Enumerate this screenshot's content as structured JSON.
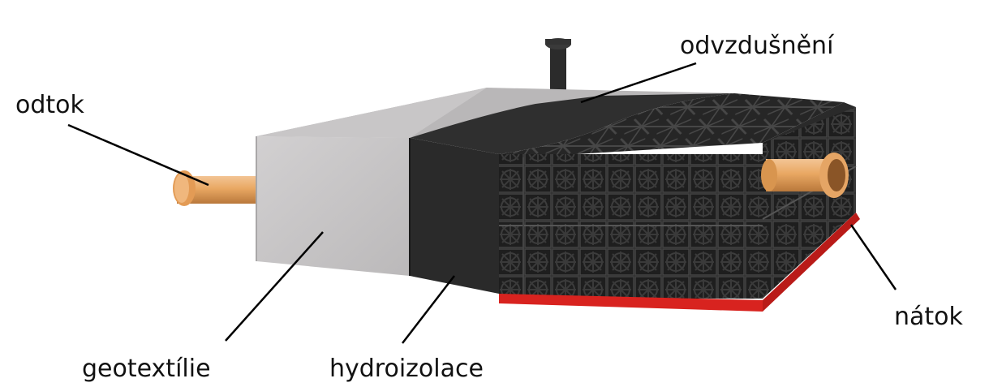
{
  "labels": {
    "odvzdusneni": "odvzdušnění",
    "odtok": "odtok",
    "geotextilie": "geotextílie",
    "hydroizolace": "hydroizolace",
    "natok": "nátok"
  },
  "colors": {
    "geotextile": "#c4c2c3",
    "membrane": "#2c2c2c",
    "crate": "#1e1e1e",
    "pipe": "#e4a15e",
    "base_strip": "#d8231f",
    "leader": "#000000"
  }
}
